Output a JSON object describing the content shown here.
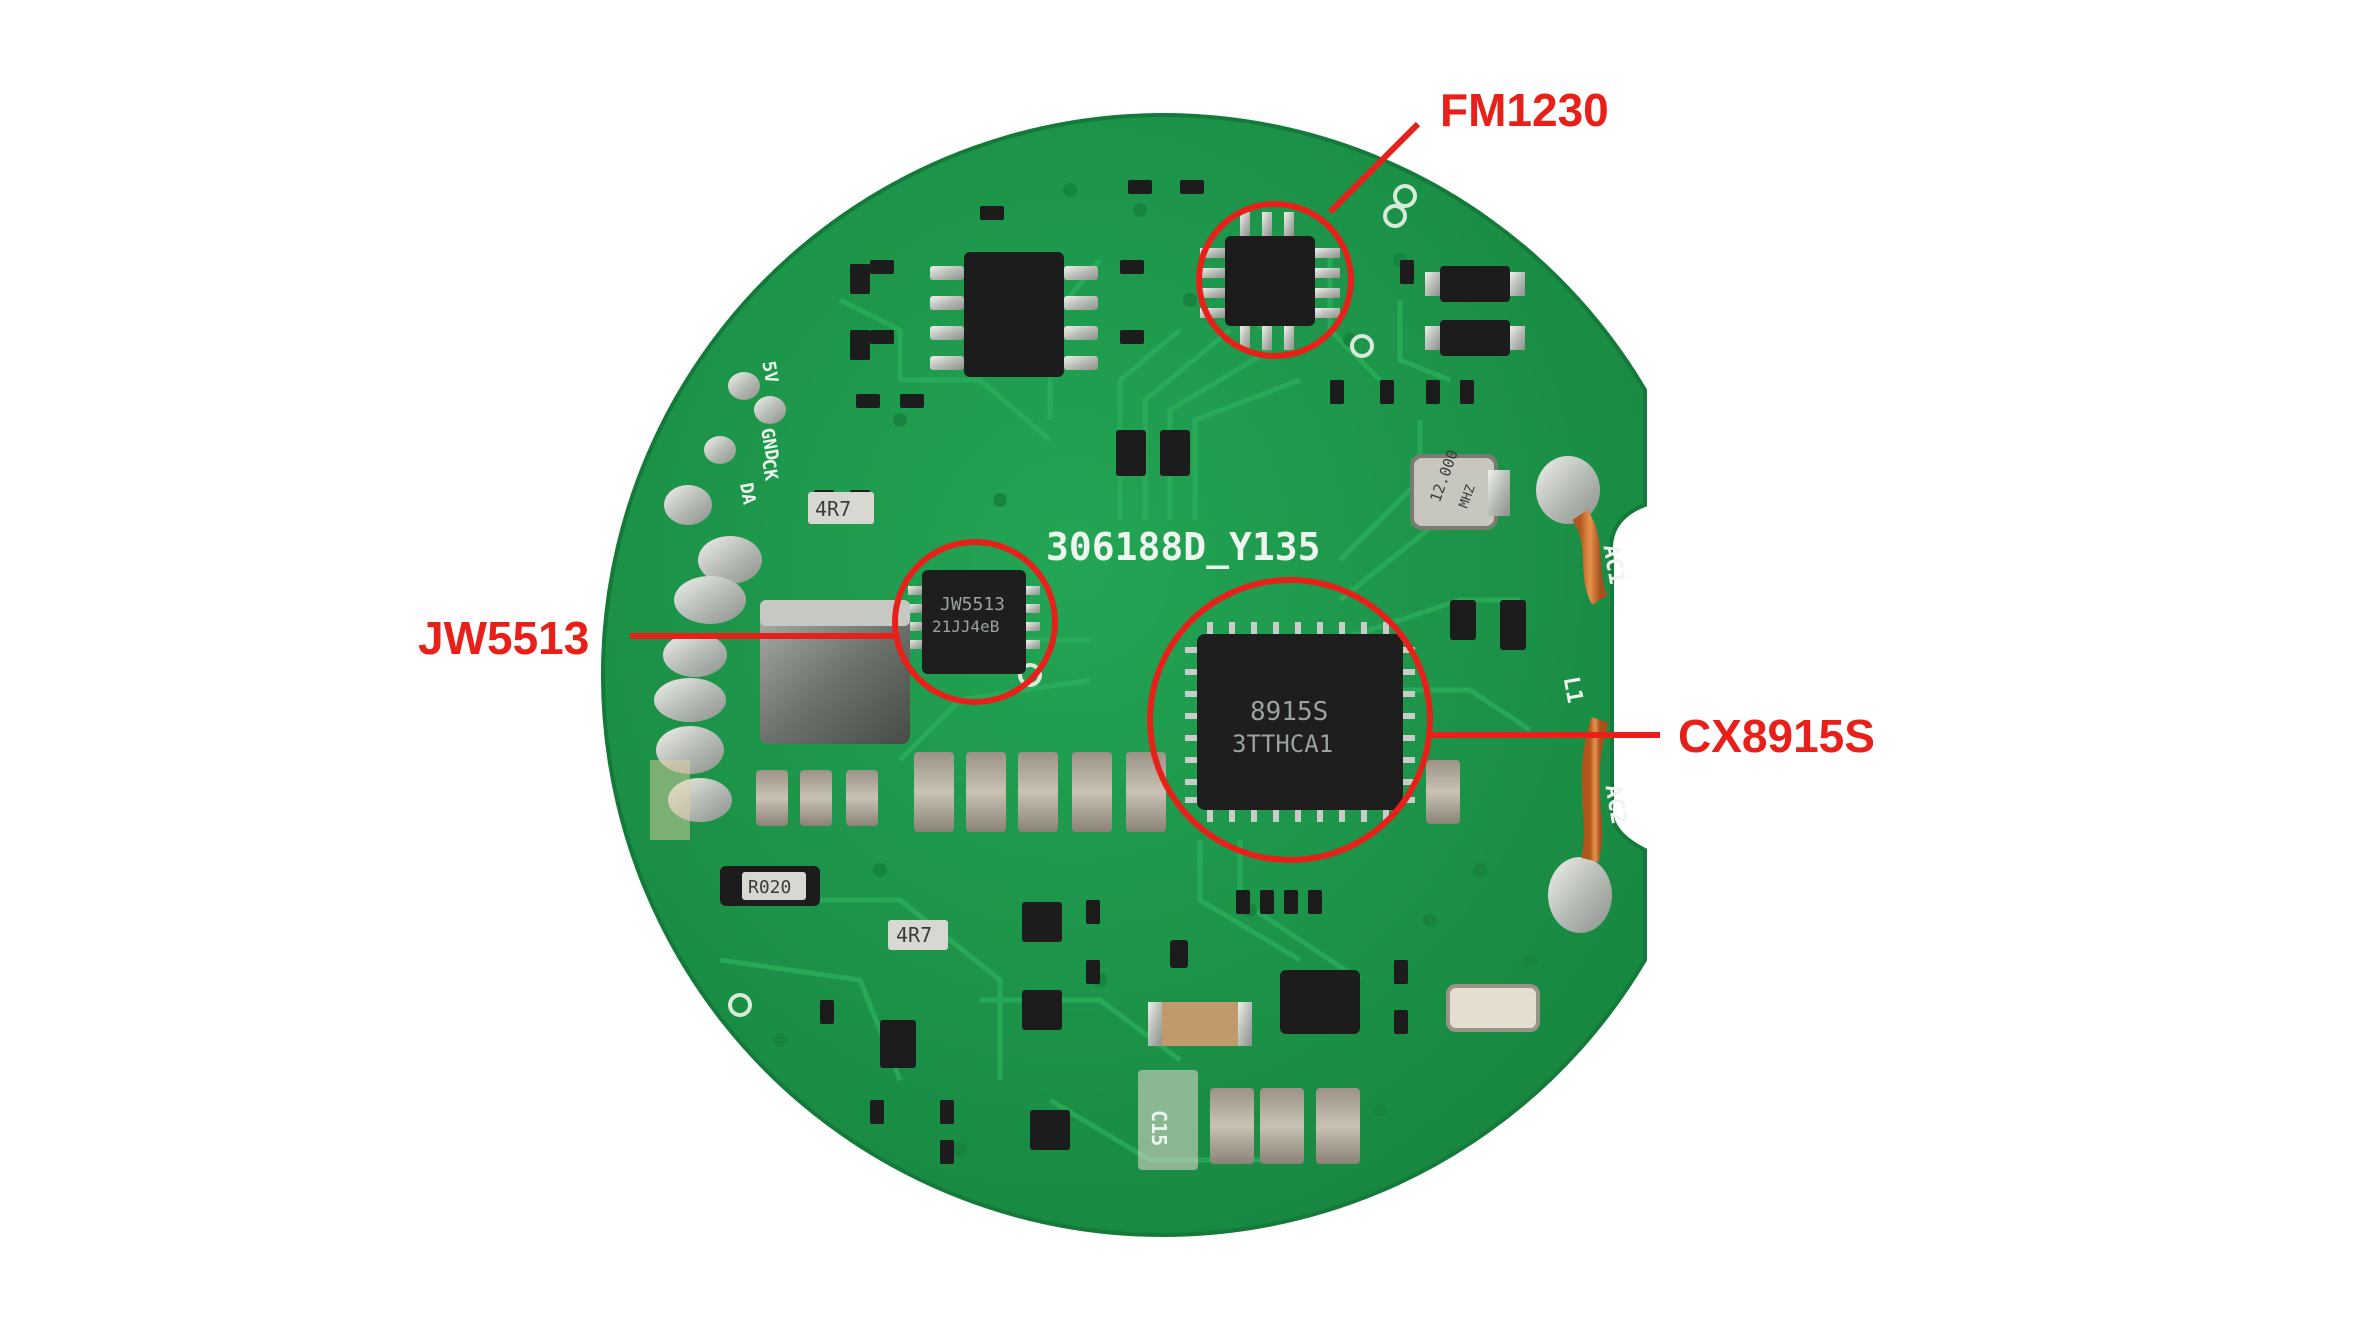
{
  "photo": {
    "subject": "Round green printed circuit board",
    "colors": {
      "pcb": "#1f9a4c",
      "pcb_dark": "#168040",
      "trace": "#27ad58",
      "ic": "#1c1c1c",
      "solder": "#c9ccc8",
      "callout": "#e8201a",
      "background": "#ffffff"
    }
  },
  "callouts": [
    {
      "label": "FM1230"
    },
    {
      "label": "JW5513"
    },
    {
      "label": "CX8915S"
    }
  ],
  "silkscreen": {
    "board_code": "306188D_Y135",
    "coil_pad_1": "AC1",
    "coil_pad_2": "AC2",
    "inductor_ref": "L1",
    "resistor_1": "4R7",
    "resistor_2": "4R7",
    "resistor_3": "R020",
    "left_pads": [
      "5V",
      "GND",
      "CK",
      "DA"
    ],
    "cap_ref": "C15"
  },
  "chip_markings": {
    "jw5513_line1": "JW5513",
    "jw5513_line2": "21JJ4eB",
    "cx8915s_line1": "8915S",
    "cx8915s_line2": "3TTHCA1",
    "crystal_line1": "12.000",
    "crystal_line2": "MHZ"
  }
}
